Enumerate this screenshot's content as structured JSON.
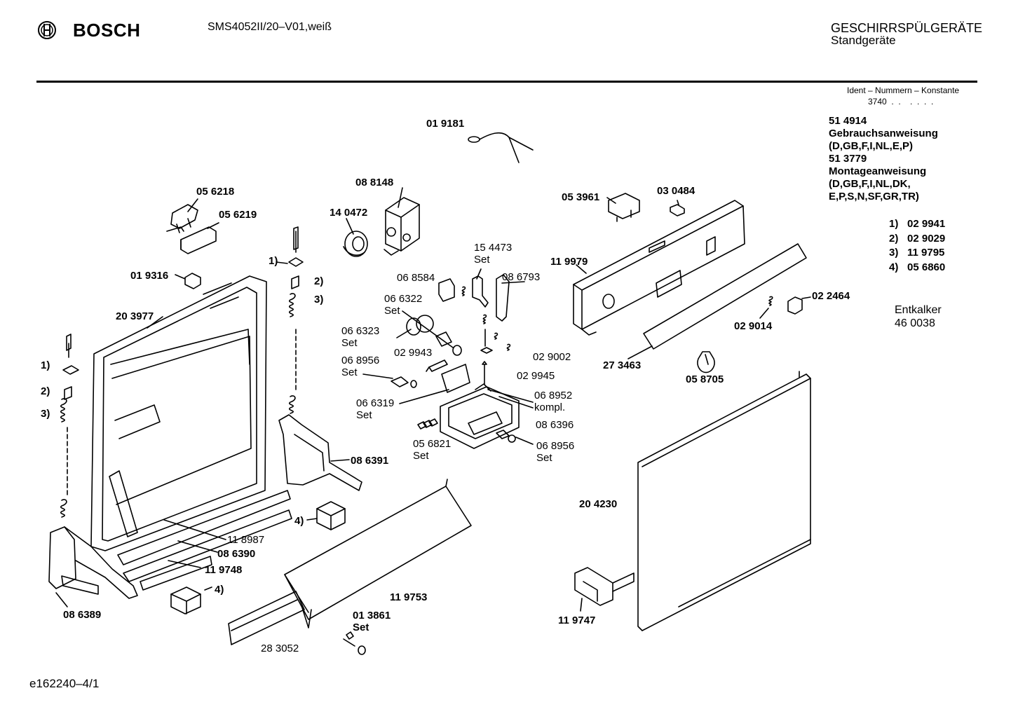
{
  "header": {
    "brand": "BOSCH",
    "model": "SMS4052II/20–V01,weiß",
    "category": "GESCHIRRSPÜLGERÄTE",
    "subcategory": "Standgeräte"
  },
  "ident": {
    "caption": "Ident – Nummern – Konstante",
    "value": "3740  .  .    .  .  .  ."
  },
  "documents": [
    "51 4914",
    "Gebrauchsanweisung",
    "(D,GB,F,I,NL,E,P)",
    "51 3779",
    "Montageanweisung",
    "(D,GB,F,I,NL,DK,",
    "E,P,S,N,SF,GR,TR)"
  ],
  "footnotes": [
    {
      "key": "1)",
      "part": "02 9941"
    },
    {
      "key": "2)",
      "part": "02 9029"
    },
    {
      "key": "3)",
      "part": "11 9795"
    },
    {
      "key": "4)",
      "part": "05 6860"
    }
  ],
  "entkalker": {
    "label": "Entkalker",
    "part": "46 0038"
  },
  "footer": {
    "code": "e162240–4/1"
  },
  "parts": {
    "p019181": "01 9181",
    "p088148": "08 8148",
    "p140472": "14 0472",
    "p056218": "05 6218",
    "p056219": "05 6219",
    "p019316": "01 9316",
    "p203977": "20 3977",
    "p053961": "05 3961",
    "p030484": "03 0484",
    "p154473": "15 4473\nSet",
    "p068584": "06 8584",
    "p086793": "08 6793",
    "p066322": "06 6322\nSet",
    "p066323": "06 6323\nSet",
    "p068956a": "06 8956\nSet",
    "p029943": "02 9943",
    "p029002": "02 9002",
    "p029945": "02 9945",
    "p068952": "06 8952\nkompl.",
    "p086396": "08 6396",
    "p066319": "06 6319\nSet",
    "p056821": "05 6821\nSet",
    "p068956b": "06 8956\nSet",
    "p086391": "08 6391",
    "p119979": "11 9979",
    "p022464": "02 2464",
    "p029014": "02 9014",
    "p273463": "27 3463",
    "p058705": "05 8705",
    "p204230": "20 4230",
    "p118987": "11 8987",
    "p086390": "08 6390",
    "p119748": "11 9748",
    "p119753": "11 9753",
    "p013861": "01 3861\nSet",
    "p283052": "28 3052",
    "p119747": "11 9747",
    "p086389": "08 6389",
    "n1a": "1)",
    "n2a": "2)",
    "n3a": "3)",
    "n1b": "1)",
    "n2b": "2)",
    "n3b": "3)",
    "n4a": "4)",
    "n4b": "4)"
  }
}
